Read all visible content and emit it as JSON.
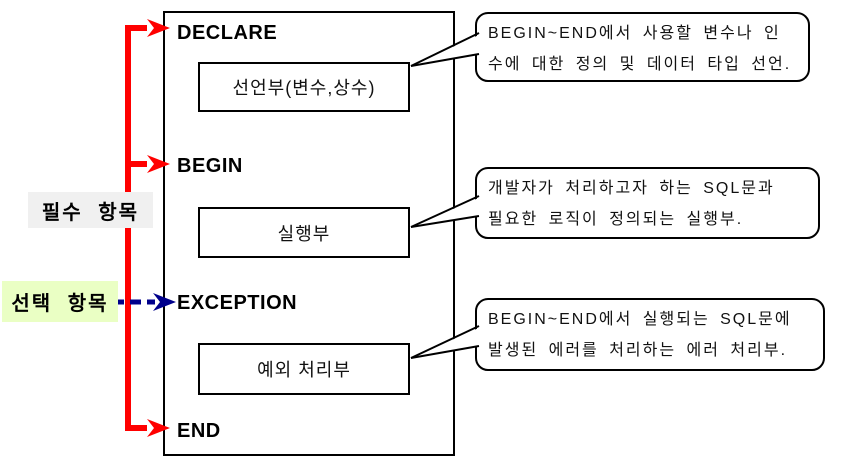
{
  "diagram": {
    "colors": {
      "required_arrow": "#FF0000",
      "optional_arrow": "#00008B",
      "required_label_bg": "#F0F0F0",
      "optional_label_bg": "#EAFFC4"
    },
    "keywords": [
      {
        "label": "DECLARE"
      },
      {
        "label": "BEGIN"
      },
      {
        "label": "EXCEPTION"
      },
      {
        "label": "END"
      }
    ],
    "sections": [
      {
        "label": "선언부(변수,상수)"
      },
      {
        "label": "실행부"
      },
      {
        "label": "예외 처리부"
      }
    ],
    "side_labels": [
      {
        "label": "필수 항목"
      },
      {
        "label": "선택 항목"
      }
    ],
    "callouts": [
      {
        "lines": [
          "BEGIN~END에서 사용할 변수나 인",
          "수에 대한 정의 및 데이터 타입 선언."
        ]
      },
      {
        "lines": [
          "개발자가 처리하고자 하는 SQL문과",
          "필요한 로직이 정의되는 실행부."
        ]
      },
      {
        "lines": [
          "BEGIN~END에서 실행되는 SQL문에",
          "발생된 에러를 처리하는 에러 처리부."
        ]
      }
    ]
  }
}
